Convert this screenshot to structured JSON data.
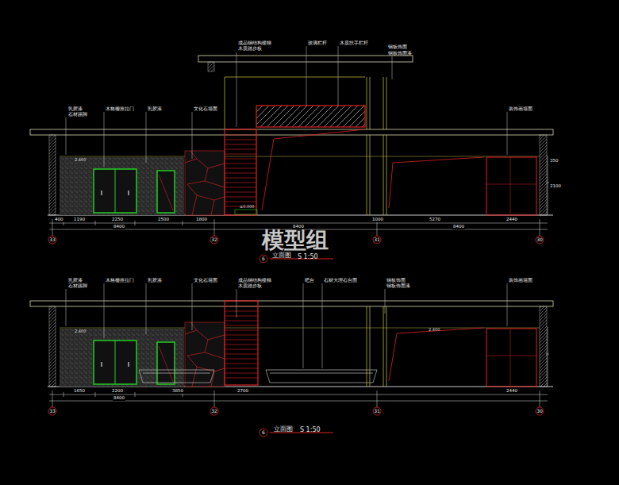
{
  "diagram": {
    "labels": [
      "乳胶漆",
      "石材踢脚",
      "木格栅推拉门",
      "乳胶漆",
      "文化石墙面",
      "成品钢结构楼梯",
      "木质踏步板",
      "玻璃栏杆",
      "木质扶手栏杆",
      "钢板饰面",
      "钢板饰面漆",
      "装饰画墙面",
      "2.400",
      "±0.000",
      "400",
      "1190",
      "2250",
      "2500",
      "1800",
      "8400",
      "8400",
      "1000",
      "5270",
      "2440",
      "8400",
      "350",
      "2100",
      "33",
      "32",
      "31",
      "30",
      "6",
      "立面图",
      "S 1:50",
      "模型组",
      "乳胶漆",
      "石材踢脚",
      "木格栅推拉门",
      "乳胶漆",
      "文化石墙面",
      "成品钢结构楼梯",
      "木质踏步板",
      "吧台",
      "石材大理石台面",
      "钢板饰面",
      "钢板饰面漆",
      "装饰画墙面",
      "2.400",
      "2.400",
      "1650",
      "2200",
      "3850",
      "2700",
      "8400",
      "2440",
      "33",
      "32",
      "31",
      "30",
      "6",
      "立面图",
      "S 1:50"
    ]
  }
}
